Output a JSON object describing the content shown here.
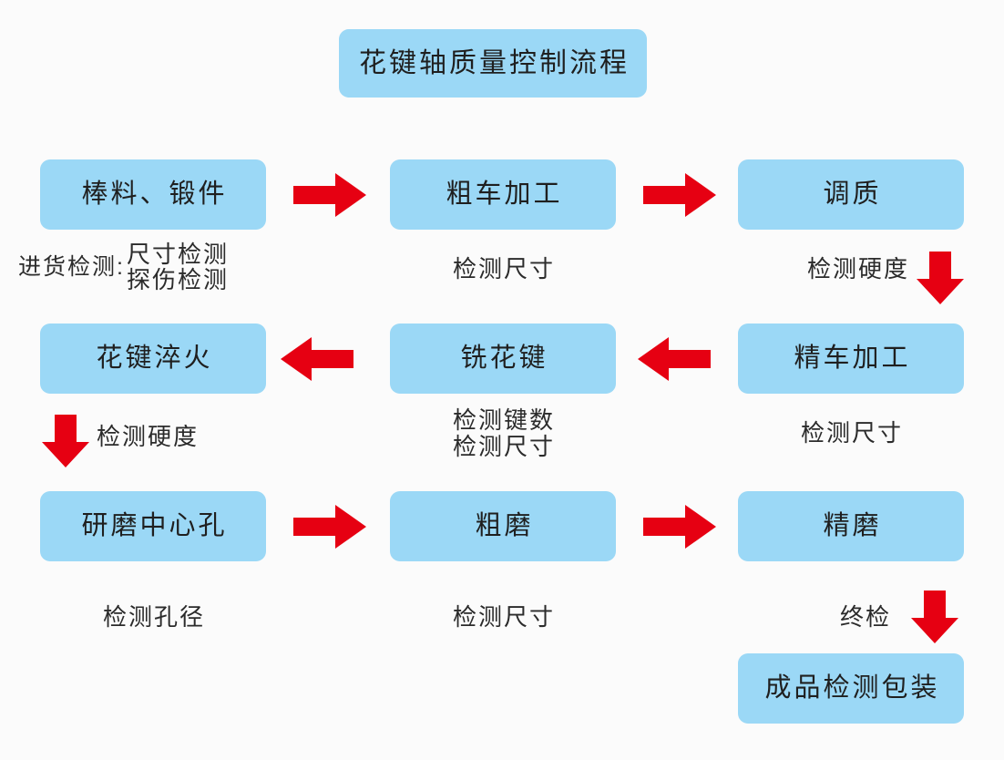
{
  "page": {
    "title": "花键轴质量控制流程",
    "background_color": "#fbfbfb",
    "box_color": "#9bd8f6",
    "arrow_color": "#e60012",
    "text_color": "#2b2b2b"
  },
  "title_box": {
    "label": "花键轴质量控制流程"
  },
  "steps": {
    "raw_material": "棒料、锻件",
    "rough_turning": "粗车加工",
    "quench_temper": "调质",
    "spline_quench": "花键淬火",
    "mill_spline": "铣花键",
    "fine_turning": "精车加工",
    "grind_center_hole": "研磨中心孔",
    "rough_grinding": "粗磨",
    "fine_grinding": "精磨",
    "final_pack": "成品检测包装"
  },
  "captions": {
    "incoming_prefix": "进货检测:",
    "incoming_line1": "尺寸检测",
    "incoming_line2": "探伤检测",
    "rough_turning_check": "检测尺寸",
    "quench_temper_check": "检测硬度",
    "spline_quench_check": "检测硬度",
    "mill_spline_check_line1": "检测键数",
    "mill_spline_check_line2": "检测尺寸",
    "fine_turning_check": "检测尺寸",
    "grind_hole_check": "检测孔径",
    "rough_grinding_check": "检测尺寸",
    "final_check": "终检"
  },
  "flow_data": {
    "type": "flowchart",
    "title": "花键轴质量控制流程",
    "direction": "serpentine (row1 left→right, row2 right→left, row3 left→right, then down)",
    "nodes": [
      {
        "id": "n1",
        "label": "棒料、锻件",
        "row": 1,
        "col": 1,
        "inspection": "进货检测: 尺寸检测 / 探伤检测"
      },
      {
        "id": "n2",
        "label": "粗车加工",
        "row": 1,
        "col": 2,
        "inspection": "检测尺寸"
      },
      {
        "id": "n3",
        "label": "调质",
        "row": 1,
        "col": 3,
        "inspection": "检测硬度"
      },
      {
        "id": "n4",
        "label": "精车加工",
        "row": 2,
        "col": 3,
        "inspection": "检测尺寸"
      },
      {
        "id": "n5",
        "label": "铣花键",
        "row": 2,
        "col": 2,
        "inspection": "检测键数 / 检测尺寸"
      },
      {
        "id": "n6",
        "label": "花键淬火",
        "row": 2,
        "col": 1,
        "inspection": "检测硬度"
      },
      {
        "id": "n7",
        "label": "研磨中心孔",
        "row": 3,
        "col": 1,
        "inspection": "检测孔径"
      },
      {
        "id": "n8",
        "label": "粗磨",
        "row": 3,
        "col": 2,
        "inspection": "检测尺寸"
      },
      {
        "id": "n9",
        "label": "精磨",
        "row": 3,
        "col": 3,
        "inspection": "终检"
      },
      {
        "id": "n10",
        "label": "成品检测包装",
        "row": 4,
        "col": 3,
        "inspection": ""
      }
    ],
    "edges": [
      {
        "from": "n1",
        "to": "n2",
        "direction": "right"
      },
      {
        "from": "n2",
        "to": "n3",
        "direction": "right"
      },
      {
        "from": "n3",
        "to": "n4",
        "direction": "down"
      },
      {
        "from": "n4",
        "to": "n5",
        "direction": "left"
      },
      {
        "from": "n5",
        "to": "n6",
        "direction": "left"
      },
      {
        "from": "n6",
        "to": "n7",
        "direction": "down"
      },
      {
        "from": "n7",
        "to": "n8",
        "direction": "right"
      },
      {
        "from": "n8",
        "to": "n9",
        "direction": "right"
      },
      {
        "from": "n9",
        "to": "n10",
        "direction": "down"
      }
    ]
  }
}
